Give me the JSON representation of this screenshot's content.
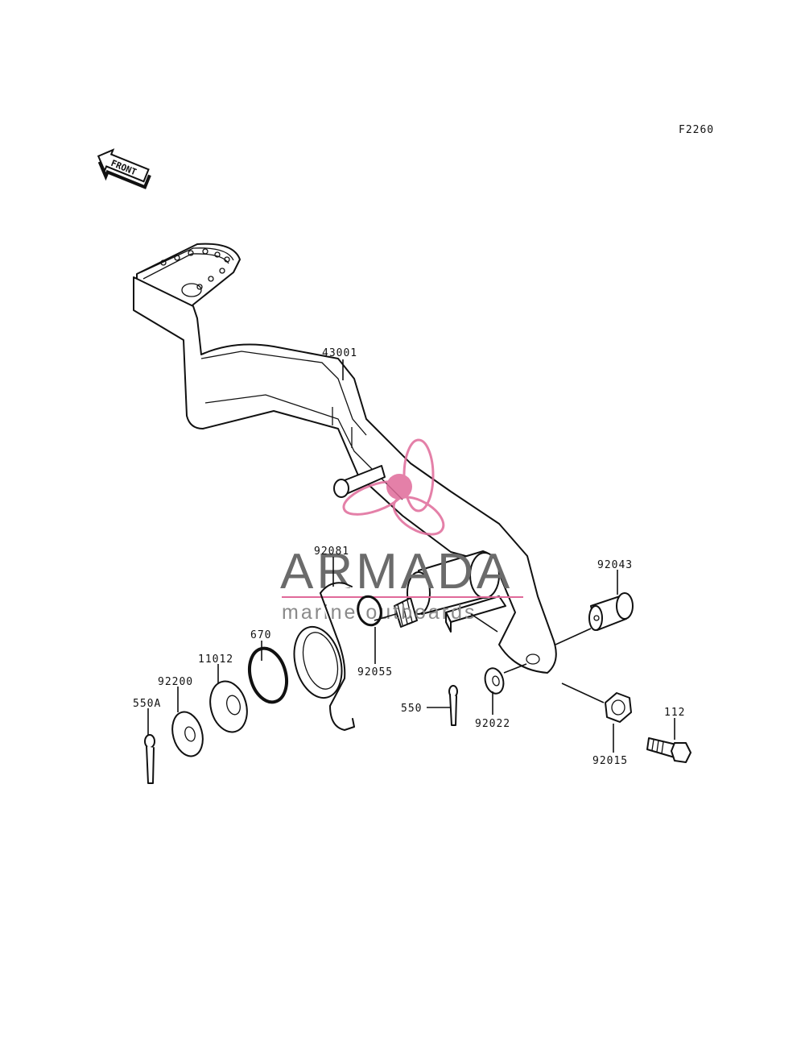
{
  "figure": {
    "code": "F2260",
    "front_marker": "FRONT"
  },
  "watermark": {
    "brand": "ARMADA",
    "tagline": "marine outboards",
    "logo_color": "#e06a9a",
    "text_color": "#6b6b6b"
  },
  "callouts": {
    "p43001": "43001",
    "p92081": "92081",
    "p92043": "92043",
    "p670": "670",
    "p11012": "11012",
    "p92200": "92200",
    "p550A": "550A",
    "p92055": "92055",
    "p550": "550",
    "p92022": "92022",
    "p112": "112",
    "p92015": "92015"
  }
}
